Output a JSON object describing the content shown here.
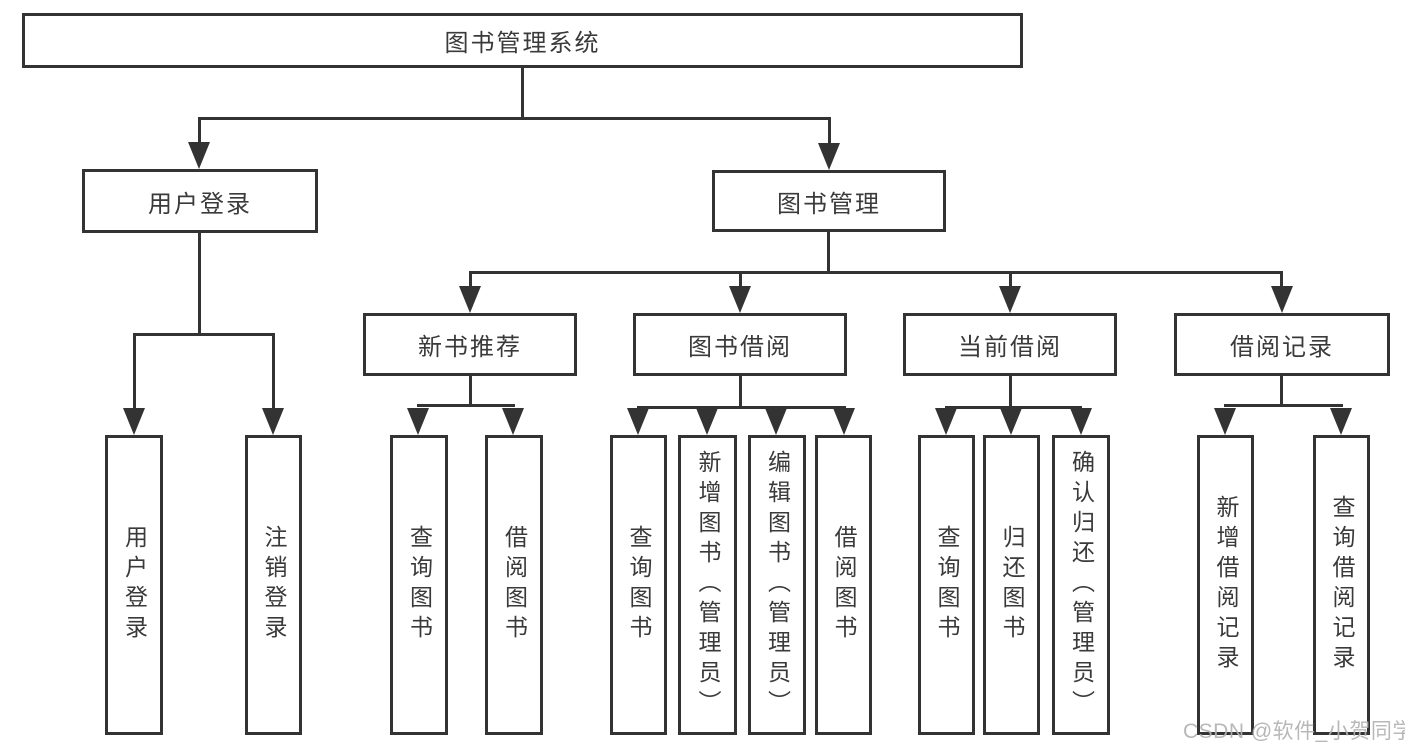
{
  "tree": {
    "root": {
      "label": "图书管理系统"
    },
    "branches": [
      {
        "label": "用户登录",
        "children": [
          {
            "label": "用户登录"
          },
          {
            "label": "注销登录"
          }
        ]
      },
      {
        "label": "图书管理",
        "children": [
          {
            "label": "新书推荐",
            "children": [
              {
                "label": "查询图书"
              },
              {
                "label": "借阅图书"
              }
            ]
          },
          {
            "label": "图书借阅",
            "children": [
              {
                "label": "查询图书"
              },
              {
                "label": "新增图书（管理员）"
              },
              {
                "label": "编辑图书（管理员）"
              },
              {
                "label": "借阅图书"
              }
            ]
          },
          {
            "label": "当前借阅",
            "children": [
              {
                "label": "查询图书"
              },
              {
                "label": "归还图书"
              },
              {
                "label": "确认归还（管理员）"
              }
            ]
          },
          {
            "label": "借阅记录",
            "children": [
              {
                "label": "新增借阅记录"
              },
              {
                "label": "查询借阅记录"
              }
            ]
          }
        ]
      }
    ]
  },
  "watermark": {
    "text": "CSDN @软件_小贺同学"
  },
  "colors": {
    "line": "#333333",
    "box_background": "#ffffff",
    "text": "#3a3a3a",
    "watermark": "#b2b2b2"
  }
}
